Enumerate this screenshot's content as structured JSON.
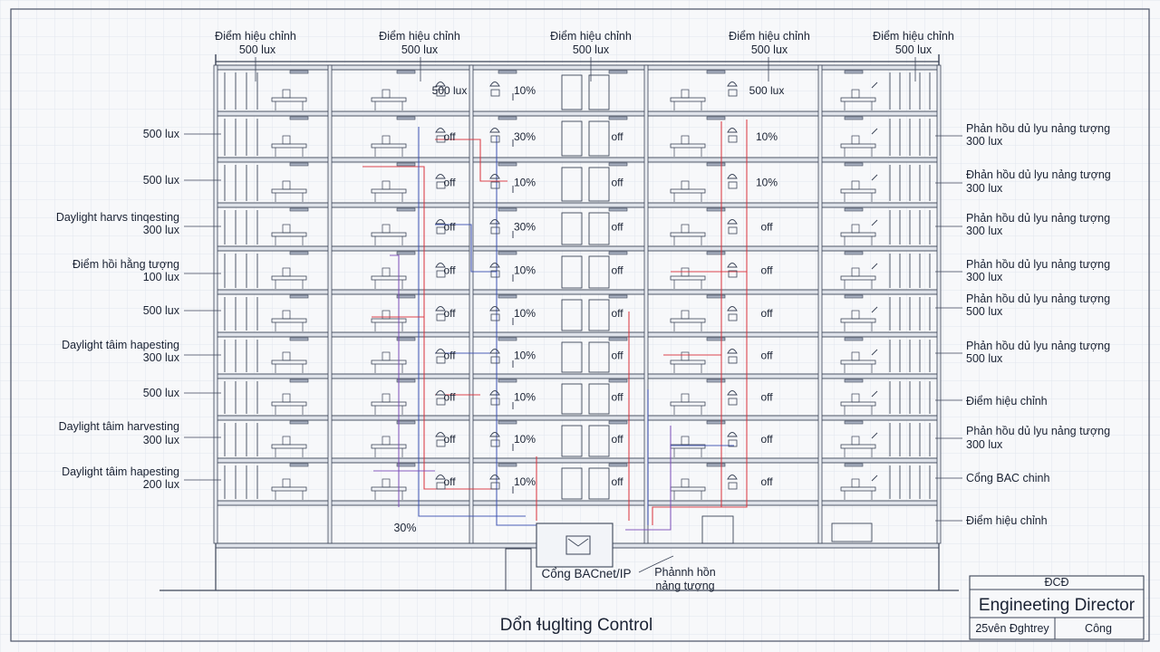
{
  "top_labels": [
    {
      "l1": "Điểm hiệu chỉnh",
      "l2": "500 lux"
    },
    {
      "l1": "Điểm hiệu chỉnh",
      "l2": "500 lux"
    },
    {
      "l1": "Điểm hiệu chỉnh",
      "l2": "500 lux"
    },
    {
      "l1": "Điểm hiệu chỉnh",
      "l2": "500 lux"
    },
    {
      "l1": "Điểm hiệu chỉnh",
      "l2": "500 lux"
    }
  ],
  "floors": [
    {
      "a": "500 lux",
      "b": "10%",
      "c": "",
      "d": "500 lux"
    },
    {
      "a": "off",
      "b": "30%",
      "c": "off",
      "d": "10%"
    },
    {
      "a": "off",
      "b": "10%",
      "c": "off",
      "d": "10%"
    },
    {
      "a": "off",
      "b": "30%",
      "c": "off",
      "d": "off"
    },
    {
      "a": "off",
      "b": "10%",
      "c": "off",
      "d": "off"
    },
    {
      "a": "off",
      "b": "10%",
      "c": "off",
      "d": "off"
    },
    {
      "a": "off",
      "b": "10%",
      "c": "off",
      "d": "off"
    },
    {
      "a": "off",
      "b": "10%",
      "c": "off",
      "d": "off"
    },
    {
      "a": "off",
      "b": "10%",
      "c": "off",
      "d": "off"
    },
    {
      "a": "off",
      "b": "10%",
      "c": "off",
      "d": "off"
    }
  ],
  "left_labels": [
    {
      "l1": "500 lux",
      "l2": ""
    },
    {
      "l1": "500 lux",
      "l2": ""
    },
    {
      "l1": "Daylight harvs tinqesting",
      "l2": "300 lux"
    },
    {
      "l1": "Điểm hồi hằng tượng",
      "l2": "100 lux"
    },
    {
      "l1": "500 lux",
      "l2": ""
    },
    {
      "l1": "Daylight tâim hapesting",
      "l2": "300 lux"
    },
    {
      "l1": "500 lux",
      "l2": ""
    },
    {
      "l1": "Daylight tâim harvesting",
      "l2": "300 lux"
    },
    {
      "l1": "Daylight tâim hapesting",
      "l2": "200 lux"
    }
  ],
  "right_labels": [
    {
      "l1": "Phản hồu dủ lyu nảng tượng",
      "l2": "300 lux"
    },
    {
      "l1": "Đhản hồu dủ lyu nảng tượng",
      "l2": "300 lux"
    },
    {
      "l1": "Phản hồu dủ lyu nảng tượng",
      "l2": "300 lux"
    },
    {
      "l1": "Phản hồu dủ lyu nảng tượng",
      "l2": "300 lux"
    },
    {
      "l1": "Phản hồu dủ lyu nảng tượng",
      "l2": "500 lux"
    },
    {
      "l1": "Phản hồu dủ lyu nảng tượng",
      "l2": "500 lux"
    },
    {
      "l1": "Điểm hiệu chỉnh",
      "l2": ""
    },
    {
      "l1": "Phản hồu dủ lyu nảng tượng",
      "l2": "300 lux"
    },
    {
      "l1": "Cổng BAC chinh",
      "l2": ""
    },
    {
      "l1": "Điểm hiệu chỉnh",
      "l2": ""
    }
  ],
  "ground": {
    "pct": "30%",
    "gateway_label": "Cổng BACnet/IP",
    "feedback_l1": "Phảnnh hồn",
    "feedback_l2": "nảng tượng"
  },
  "title": "Dổn ɬuglting Control",
  "title_block": {
    "small": "ĐCĐ",
    "role": "Engineeting Director",
    "left": "25vên Đghtrey",
    "right": "Công"
  },
  "colors": {
    "grid": "#e2e6ee",
    "line": "#3c4558",
    "red": "#d9303a",
    "blue": "#3a4fb0",
    "purple": "#7a4bb8"
  }
}
